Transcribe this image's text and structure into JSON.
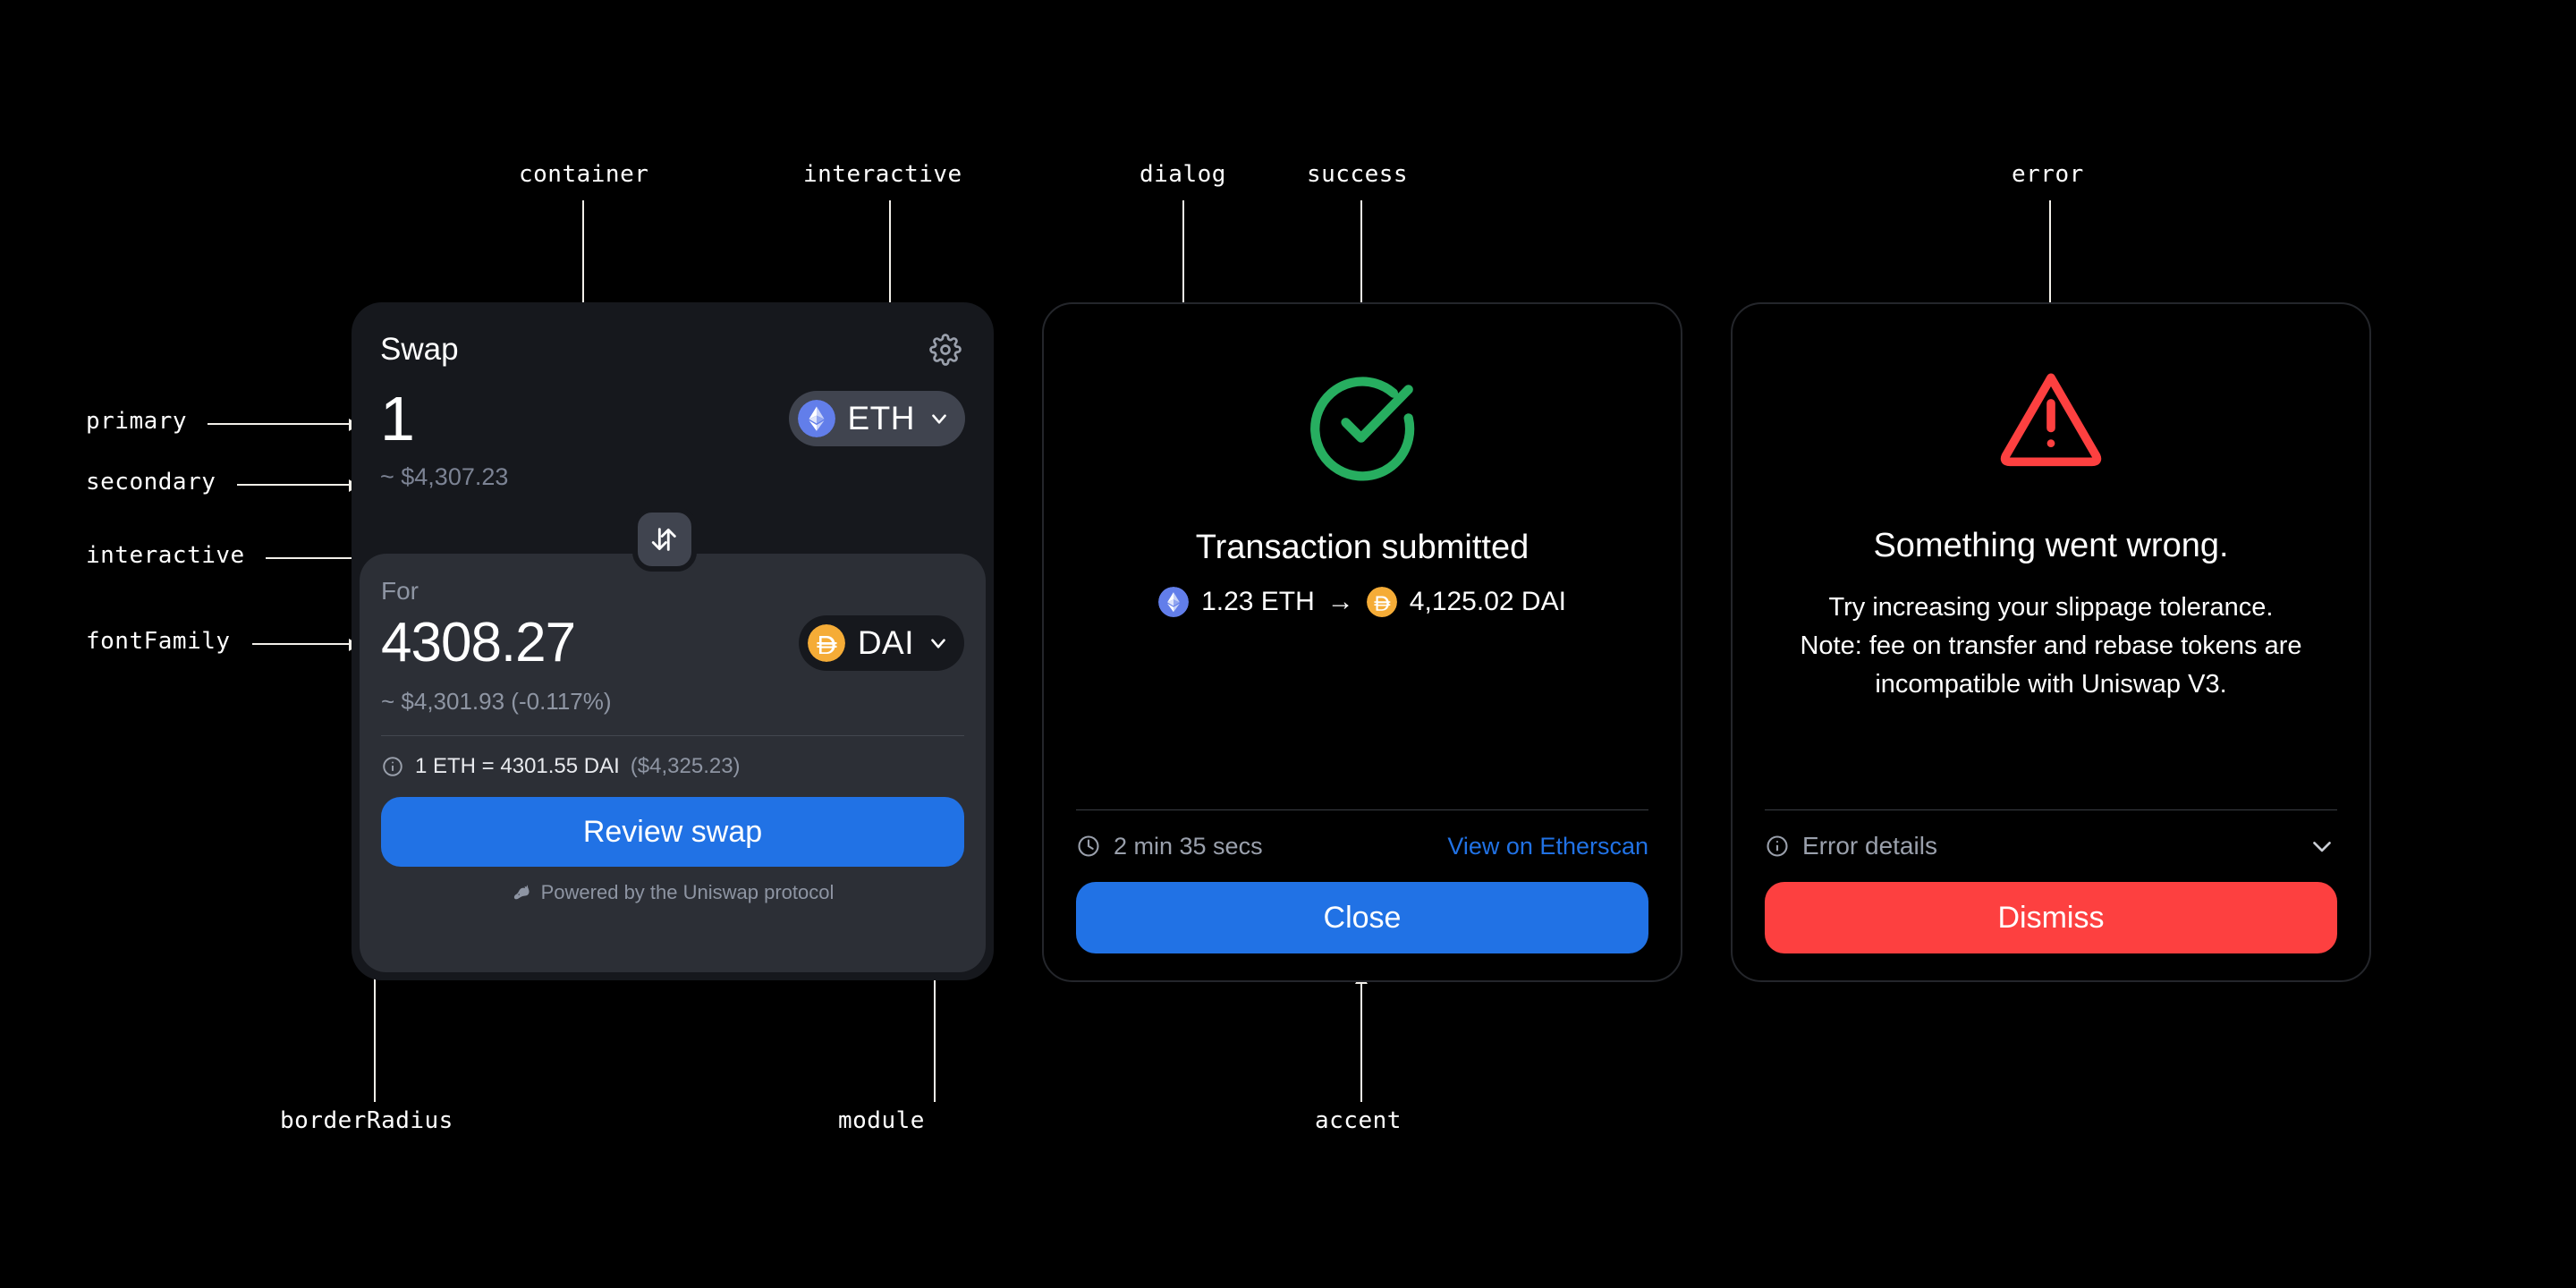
{
  "annotations": [
    {
      "id": "container",
      "label": "container"
    },
    {
      "id": "interactive1",
      "label": "interactive"
    },
    {
      "id": "dialog",
      "label": "dialog"
    },
    {
      "id": "success",
      "label": "success"
    },
    {
      "id": "error",
      "label": "error"
    },
    {
      "id": "primary",
      "label": "primary"
    },
    {
      "id": "secondary",
      "label": "secondary"
    },
    {
      "id": "interactive2",
      "label": "interactive"
    },
    {
      "id": "fontFamily",
      "label": "fontFamily"
    },
    {
      "id": "borderRadius",
      "label": "borderRadius"
    },
    {
      "id": "module",
      "label": "module"
    },
    {
      "id": "accent",
      "label": "accent"
    }
  ],
  "swap_card": {
    "title": "Swap",
    "settings_icon": "gear-icon",
    "sell": {
      "amount": "1",
      "usd": "~ $4,307.23",
      "token": {
        "symbol": "ETH",
        "icon": "ethereum-icon",
        "color": "#627EEA"
      }
    },
    "toggle_icon": "swap-direction-icon",
    "buy": {
      "label": "For",
      "amount": "4308.27",
      "usd": "~ $4,301.93 (-0.117%)",
      "token": {
        "symbol": "DAI",
        "icon": "dai-icon",
        "color": "#F5AC37"
      }
    },
    "rate": {
      "icon": "info-icon",
      "text": "1 ETH = 4301.55 DAI",
      "usd": "($4,325.23)"
    },
    "review_button": "Review swap",
    "footer": {
      "icon": "unicorn-icon",
      "text": "Powered by the Uniswap protocol"
    }
  },
  "success_dialog": {
    "icon": "check-circle-icon",
    "title": "Transaction submitted",
    "from_amount": "1.23 ETH",
    "arrow": "→",
    "to_amount": "4,125.02 DAI",
    "from_token_icon": "ethereum-icon",
    "to_token_icon": "dai-icon",
    "timer_icon": "clock-icon",
    "elapsed": "2 min 35 secs",
    "explorer_link": "View on Etherscan",
    "close_button": "Close"
  },
  "error_dialog": {
    "icon": "alert-triangle-icon",
    "title": "Something went wrong.",
    "body": "Try increasing your slippage tolerance.\nNote: fee on transfer and rebase tokens are incompatible with Uniswap V3.",
    "details_icon": "info-icon",
    "details_label": "Error details",
    "expand_icon": "chevron-down-icon",
    "dismiss_button": "Dismiss"
  },
  "colors": {
    "background": "#000000",
    "container": "#16181D",
    "module": "#2C2F36",
    "accent": "#2172E5",
    "success": "#27AE60",
    "error": "#FD4040",
    "primary_text": "#FFFFFF",
    "secondary_text": "#8E95A3",
    "eth": "#627EEA",
    "dai": "#F5AC37"
  }
}
